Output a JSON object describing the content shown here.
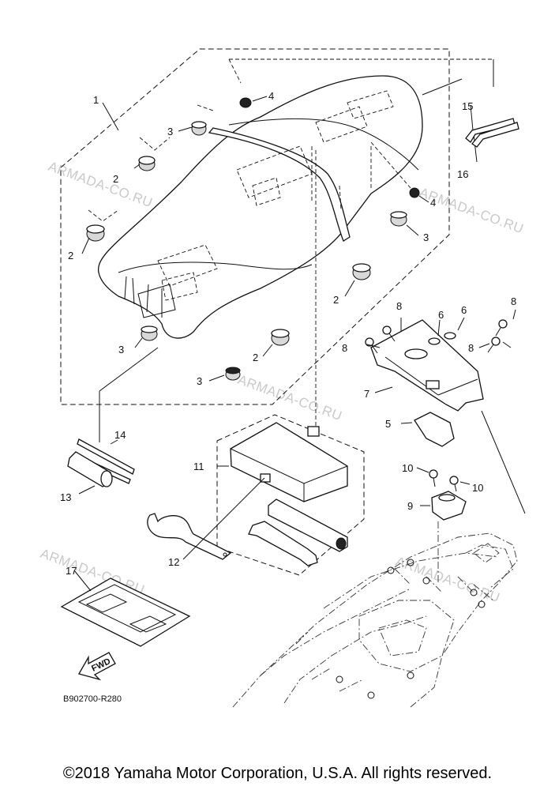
{
  "callouts": {
    "c1": "1",
    "c2": "2",
    "c3": "3",
    "c4": "4",
    "c5": "5",
    "c6": "6",
    "c7": "7",
    "c8": "8",
    "c9": "9",
    "c10": "10",
    "c11": "11",
    "c12": "12",
    "c13": "13",
    "c14": "14",
    "c15": "15",
    "c16": "16",
    "c17": "17"
  },
  "watermark": "ARMADA-CO.RU",
  "fwd_label": "FWD",
  "diagram_code": "B902700-R280",
  "copyright": "©2018 Yamaha Motor Corporation, U.S.A. All rights reserved."
}
